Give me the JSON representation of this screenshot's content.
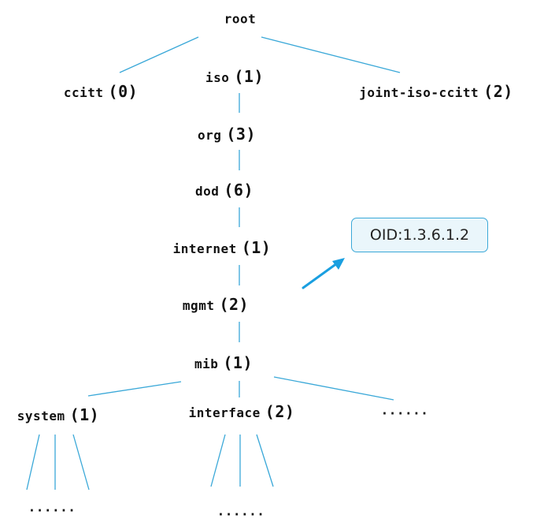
{
  "colors": {
    "edge": "#3aa8d8",
    "arrow": "#1a9fe0",
    "box_border": "#3aa8d8",
    "box_fill": "#eaf6fb",
    "text": "#111111"
  },
  "nodes": {
    "root": {
      "name": "root",
      "num": ""
    },
    "ccitt": {
      "name": "ccitt",
      "num": "(0)"
    },
    "iso": {
      "name": "iso",
      "num": "(1)"
    },
    "joint": {
      "name": "joint-iso-ccitt",
      "num": "(2)"
    },
    "org": {
      "name": "org",
      "num": "(3)"
    },
    "dod": {
      "name": "dod",
      "num": "(6)"
    },
    "internet": {
      "name": "internet",
      "num": "(1)"
    },
    "mgmt": {
      "name": "mgmt",
      "num": "(2)"
    },
    "mib": {
      "name": "mib",
      "num": "(1)"
    },
    "system": {
      "name": "system",
      "num": "(1)"
    },
    "interface": {
      "name": "interface",
      "num": "(2)"
    },
    "mib_more": {
      "name": "......",
      "num": ""
    },
    "system_more": {
      "name": "......",
      "num": ""
    },
    "interface_more": {
      "name": "......",
      "num": ""
    }
  },
  "callout": {
    "text": "OID:1.3.6.1.2"
  },
  "icons": {
    "arrow": "arrow-icon"
  }
}
